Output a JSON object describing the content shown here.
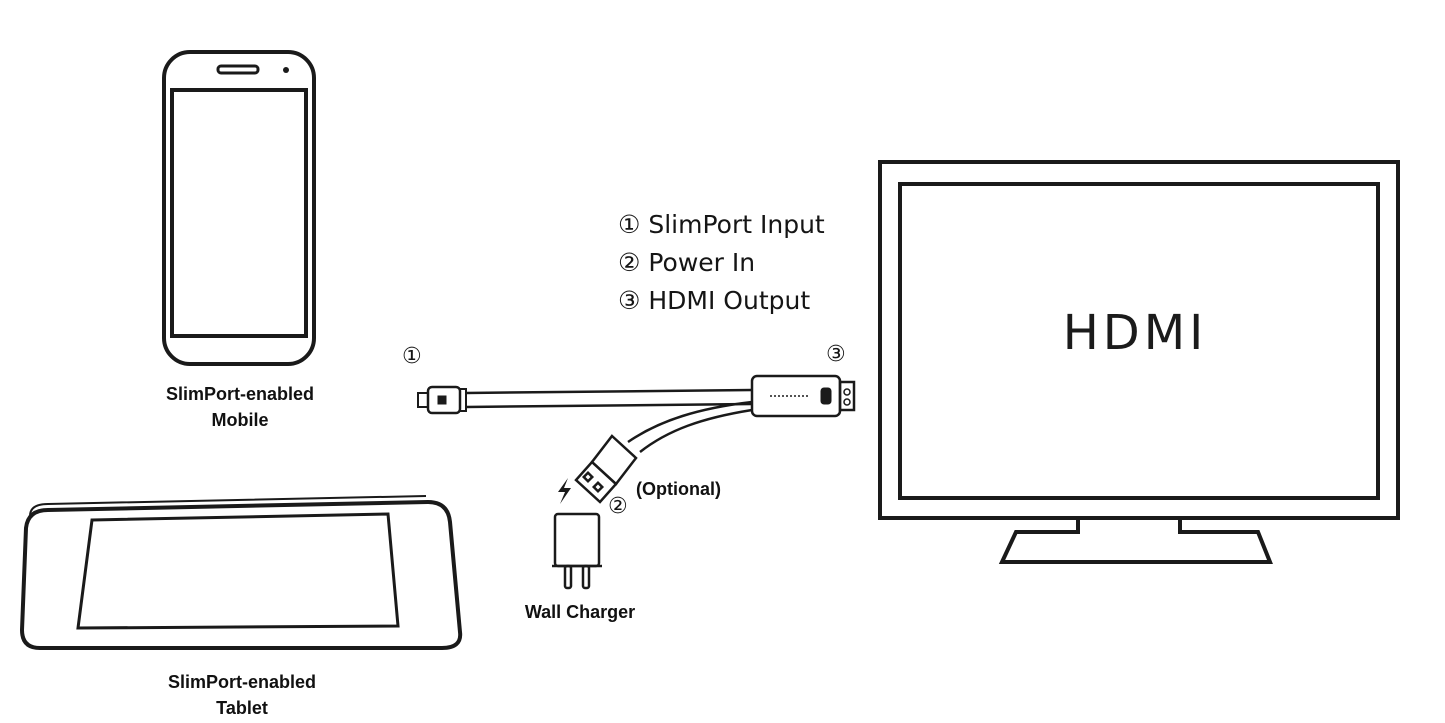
{
  "legend": {
    "item1": "① SlimPort Input",
    "item2": "② Power In",
    "item3": "③ HDMI Output"
  },
  "callouts": {
    "one": "①",
    "two": "②",
    "three": "③",
    "optional": "(Optional)"
  },
  "devices": {
    "mobile_line1": "SlimPort-enabled",
    "mobile_line2": "Mobile",
    "tablet_line1": "SlimPort-enabled",
    "tablet_line2": "Tablet",
    "charger": "Wall Charger",
    "tv_screen": "HDMI"
  },
  "colors": {
    "stroke": "#1a1a1a",
    "background": "#ffffff"
  }
}
